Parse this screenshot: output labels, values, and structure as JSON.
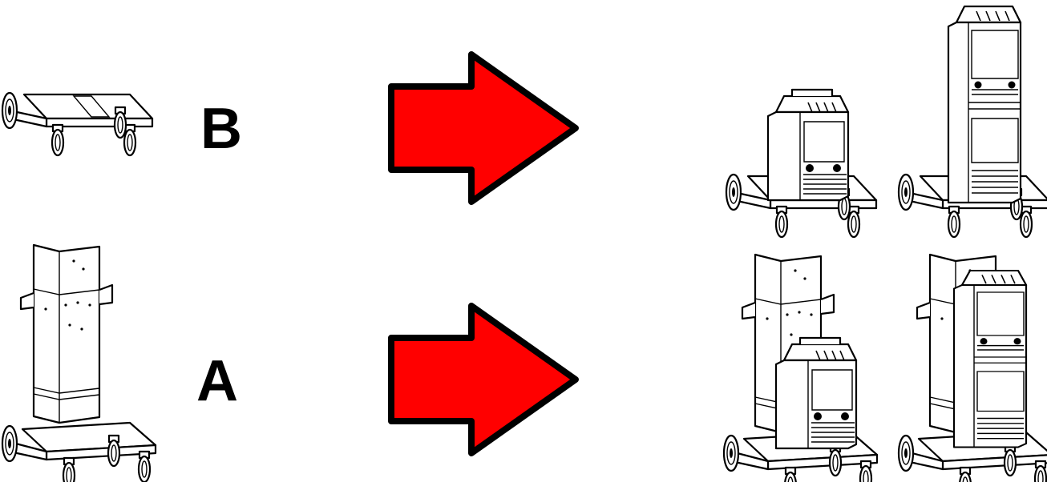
{
  "labels": {
    "b": "B",
    "a": "A"
  },
  "colors": {
    "arrow": "#ff0000",
    "stroke": "#000000",
    "background": "#ffffff"
  },
  "icons": [
    "trolley-b",
    "trolley-a",
    "arrow-right",
    "welder-compact",
    "welder-tall"
  ]
}
